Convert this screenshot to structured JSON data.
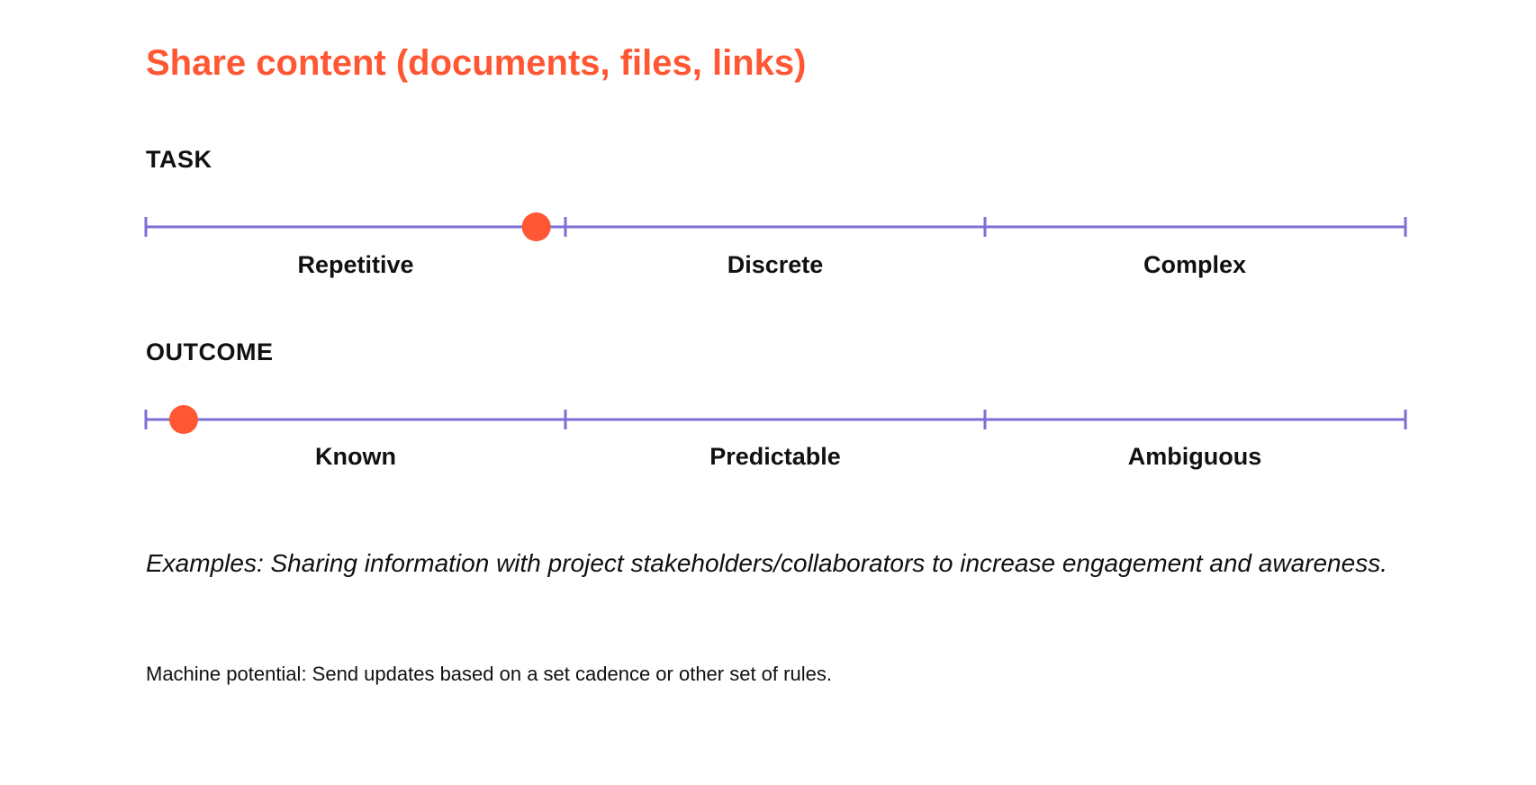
{
  "title": "Share content (documents, files, links)",
  "colors": {
    "accent": "#ff5733",
    "track": "#7b6fd6",
    "text": "#111111"
  },
  "scales": [
    {
      "label": "TASK",
      "segments": [
        "Repetitive",
        "Discrete",
        "Complex"
      ],
      "marker_position": 0.31
    },
    {
      "label": "OUTCOME",
      "segments": [
        "Known",
        "Predictable",
        "Ambiguous"
      ],
      "marker_position": 0.03
    }
  ],
  "examples": "Examples: Sharing information with project stakeholders/collaborators to increase engagement and awareness.",
  "machine_potential": "Machine potential: Send updates based on a set cadence or other set of rules."
}
